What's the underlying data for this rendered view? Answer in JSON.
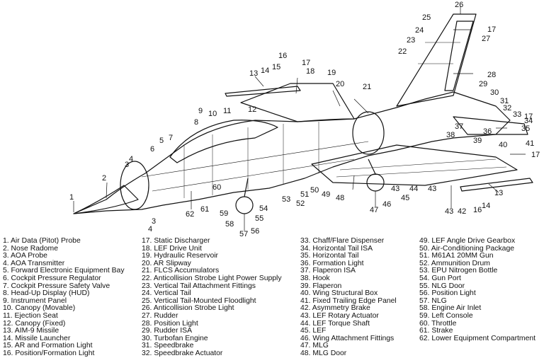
{
  "diagram": {
    "callouts": [
      "1",
      "2",
      "3",
      "4",
      "3",
      "4",
      "5",
      "6",
      "7",
      "8",
      "9",
      "10",
      "11",
      "12",
      "13",
      "14",
      "15",
      "16",
      "17",
      "18",
      "19",
      "20",
      "21",
      "22",
      "23",
      "24",
      "25",
      "26",
      "17",
      "27",
      "28",
      "29",
      "30",
      "31",
      "32",
      "33",
      "17",
      "34",
      "35",
      "36",
      "37",
      "38",
      "39",
      "40",
      "41",
      "17",
      "13",
      "14",
      "16",
      "42",
      "43",
      "43",
      "44",
      "45",
      "43",
      "46",
      "47",
      "48",
      "49",
      "50",
      "51",
      "52",
      "53",
      "54",
      "55",
      "56",
      "57",
      "58",
      "59",
      "60",
      "61",
      "62"
    ]
  },
  "legend": {
    "columns": [
      [
        "1. Air Data (Pitot) Probe",
        "2. Nose Radome",
        "3. AOA Probe",
        "4. AOA Transmitter",
        "5. Forward Electronic Equipment Bay",
        "6. Cockpit Pressure Regulator",
        "7. Cockpit Pressure Safety Valve",
        "8. Head-Up Display (HUD)",
        "9. Instrument Panel",
        "10. Canopy (Movable)",
        "11. Ejection Seat",
        "12. Canopy (Fixed)",
        "13. AIM-9 Missile",
        "14. Missile Launcher",
        "15. AR and Formation Light",
        "16. Position/Formation Light"
      ],
      [
        "17. Static Discharger",
        "18. LEF Drive Unit",
        "19. Hydraulic Reservoir",
        "20. AR Slipway",
        "21. FLCS Accumulators",
        "22. Anticollision Strobe Light Power Supply",
        "23. Vertical Tail Attachment Fittings",
        "24. Vertical Tail",
        "25. Vertical Tail-Mounted Floodlight",
        "26. Anticollision Strobe Light",
        "27. Rudder",
        "28. Position Light",
        "29. Rudder ISA",
        "30. Turbofan Engine",
        "31. Speedbrake",
        "32. Speedbrake Actuator"
      ],
      [
        "33. Chaff/Flare Dispenser",
        "34. Horizontal Tail ISA",
        "35. Horizontal Tail",
        "36. Formation Light",
        "37. Flaperon ISA",
        "38. Hook",
        "39. Flaperon",
        "40. Wing Structural Box",
        "41. Fixed Trailing Edge Panel",
        "42. Asymmetry Brake",
        "43. LEF Rotary Actuator",
        "44. LEF Torque Shaft",
        "45. LEF",
        "46. Wing Attachment Fittings",
        "47. MLG",
        "48. MLG Door"
      ],
      [
        "49. LEF Angle Drive Gearbox",
        "50. Air-Conditioning Package",
        "51. M61A1 20MM Gun",
        "52. Ammunition Drum",
        "53. EPU Nitrogen Bottle",
        "54. Gun Port",
        "55. NLG Door",
        "56. Position Light",
        "57. NLG",
        "58. Engine Air Inlet",
        "59. Left Console",
        "60. Throttle",
        "61. Strake",
        "62. Lower Equipment Compartment"
      ]
    ]
  }
}
